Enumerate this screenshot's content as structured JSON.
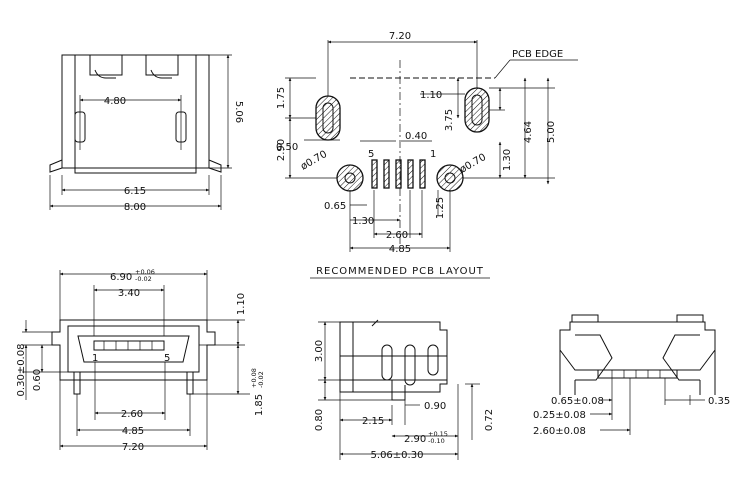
{
  "top_left_view": {
    "dim_width_8": "8.00",
    "dim_width_615": "6.15",
    "dim_pitch_480": "4.80",
    "dim_height_506": "5.06"
  },
  "pcb_layout": {
    "title": "RECOMMENDED PCB LAYOUT",
    "edge_label": "PCB EDGE",
    "dim_720": "7.20",
    "dim_175": "1.75",
    "dim_290": "2.90",
    "dim_050": "0.50",
    "dim_hole_left": "ø0.70",
    "dim_hole_right": "ø0.70",
    "dim_110": "1.10",
    "dim_375": "3.75",
    "dim_464": "4.64",
    "dim_500": "5.00",
    "dim_130_right": "1.30",
    "dim_040": "0.40",
    "pin_5": "5",
    "pin_1": "1",
    "dim_065": "0.65",
    "dim_125": "1.25",
    "dim_130_bottom": "1.30",
    "dim_260": "2.60",
    "dim_485": "4.85"
  },
  "front_view": {
    "dim_690": "6.90",
    "dim_690_tol_plus": "+0.06",
    "dim_690_tol_minus": "-0.02",
    "dim_340": "3.40",
    "dim_110": "1.10",
    "pin_1": "1",
    "pin_5": "5",
    "dim_030": "0.30±0.08",
    "dim_060": "0.60",
    "dim_185": "1.85",
    "dim_185_tol_plus": "+0.08",
    "dim_185_tol_minus": "-0.02",
    "dim_260": "2.60",
    "dim_485": "4.85",
    "dim_720": "7.20"
  },
  "side_view": {
    "dim_300": "3.00",
    "dim_080": "0.80",
    "dim_090": "0.90",
    "dim_215": "2.15",
    "dim_072": "0.72",
    "dim_290": "2.90",
    "dim_290_tol_plus": "+0.15",
    "dim_290_tol_minus": "-0.10",
    "dim_506": "5.06±0.30"
  },
  "right_view": {
    "dim_065": "0.65±0.08",
    "dim_035": "0.35",
    "dim_025": "0.25±0.08",
    "dim_260": "2.60±0.08"
  }
}
